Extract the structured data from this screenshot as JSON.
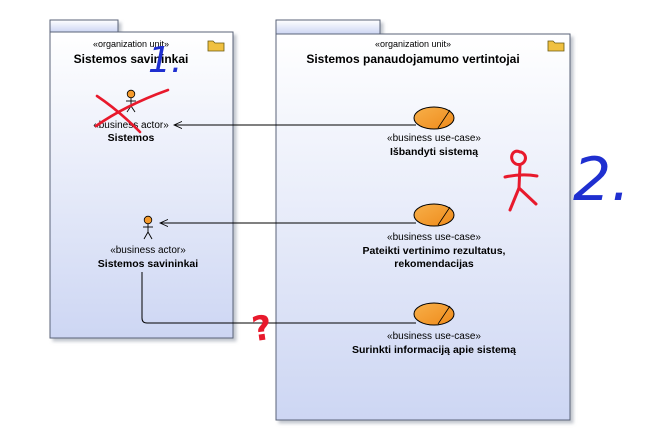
{
  "units": [
    {
      "stereotype": "«organization unit»",
      "name": "Sistemos savininkai"
    },
    {
      "stereotype": "«organization unit»",
      "name": "Sistemos panaudojamumo vertintojai"
    }
  ],
  "actors": [
    {
      "stereotype": "«business actor»",
      "name": "Sistemos",
      "crossed_out": true
    },
    {
      "stereotype": "«business actor»",
      "name": "Sistemos savininkai",
      "crossed_out": false
    }
  ],
  "use_cases": [
    {
      "stereotype": "«business use-case»",
      "name_lines": [
        "Išbandyti sistemą"
      ]
    },
    {
      "stereotype": "«business use-case»",
      "name_lines": [
        "Pateikti vertinimo rezultatus,",
        "rekomendacijas"
      ]
    },
    {
      "stereotype": "«business use-case»",
      "name_lines": [
        "Surinkti informaciją apie sistemą"
      ]
    }
  ],
  "annotations": {
    "blue_number_1": "1.",
    "blue_number_2": "2.",
    "red_question": "?"
  },
  "colors": {
    "unit_fill_top": "#ffffff",
    "unit_fill_bottom": "#d4dcf5",
    "unit_border": "#5a6378",
    "use_case_fill": "#f59a2b",
    "actor_head": "#f59a2b",
    "red_ink": "#e8192c",
    "blue_ink": "#1f2fd0"
  }
}
